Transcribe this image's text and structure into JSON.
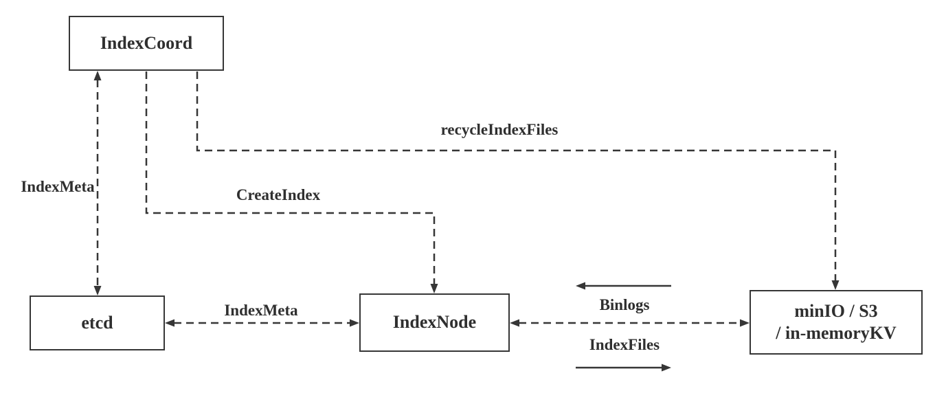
{
  "diagram": {
    "background": "#ffffff",
    "line_color": "#363636",
    "text_color": "#2f2f2f",
    "nodes": {
      "indexcoord": {
        "label": "IndexCoord"
      },
      "etcd": {
        "label": "etcd"
      },
      "indexnode": {
        "label": "IndexNode"
      },
      "storage": {
        "label_line1": "minIO / S3",
        "label_line2": "/ in-memoryKV"
      }
    },
    "edges": [
      {
        "id": "indexmeta-coord-etcd",
        "label": "IndexMeta",
        "from": "IndexCoord",
        "to": "etcd",
        "style": "dashed",
        "arrows": "both"
      },
      {
        "id": "createindex",
        "label": "CreateIndex",
        "from": "IndexCoord",
        "to": "IndexNode",
        "style": "dashed",
        "arrows": "to"
      },
      {
        "id": "recycleindexfiles",
        "label": "recycleIndexFiles",
        "from": "IndexCoord",
        "to": "minIO / S3 / in-memoryKV",
        "style": "dashed",
        "arrows": "to"
      },
      {
        "id": "indexmeta-etcd-indexnode",
        "label": "IndexMeta",
        "from": "etcd",
        "to": "IndexNode",
        "style": "dashed",
        "arrows": "both"
      },
      {
        "id": "indexnode-storage",
        "label": "",
        "from": "IndexNode",
        "to": "minIO / S3 / in-memoryKV",
        "style": "dashed",
        "arrows": "both"
      },
      {
        "id": "binlogs",
        "label": "Binlogs",
        "from": "minIO / S3 / in-memoryKV",
        "to": "IndexNode",
        "style": "solid",
        "arrows": "to"
      },
      {
        "id": "indexfiles",
        "label": "IndexFiles",
        "from": "IndexNode",
        "to": "minIO / S3 / in-memoryKV",
        "style": "solid",
        "arrows": "to"
      }
    ]
  }
}
